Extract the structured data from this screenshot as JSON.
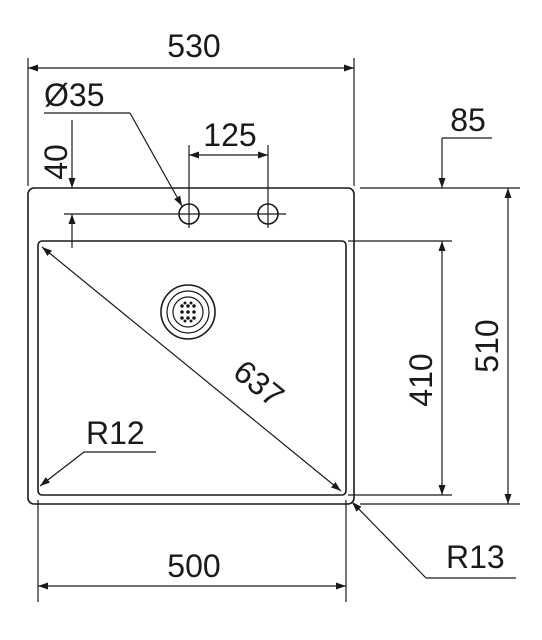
{
  "dimensions": {
    "overall_width": "530",
    "hole_diameter": "Ø35",
    "hole_edge_offset": "40",
    "hole_spacing": "125",
    "back_ledge": "85",
    "overall_depth": "510",
    "bowl_depth": "410",
    "bowl_diagonal": "637",
    "inner_radius": "R12",
    "bowl_width": "500",
    "outer_radius": "R13"
  }
}
